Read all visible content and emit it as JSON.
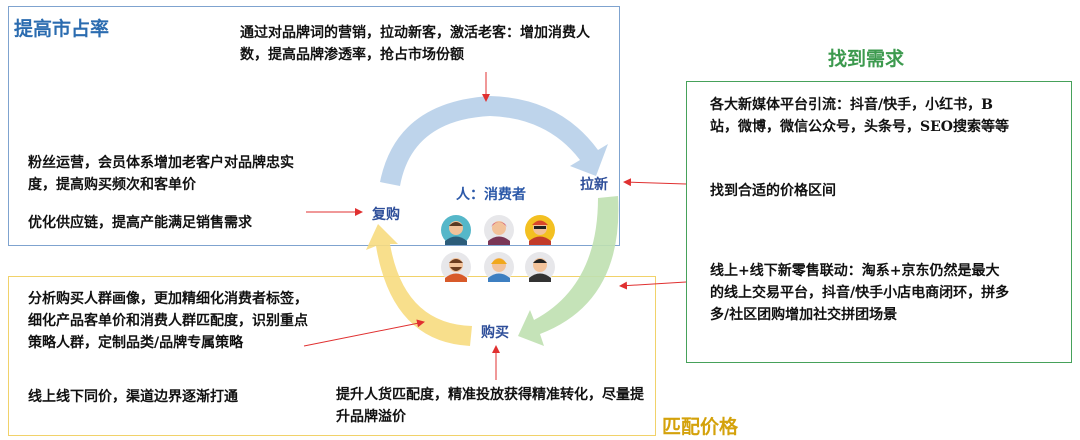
{
  "titles": {
    "market_share": "提高市占率",
    "find_demand": "找到需求",
    "match_price": "匹配价格"
  },
  "colors": {
    "blue_title": "#2b6cb0",
    "green_title": "#3d9a4f",
    "yellow_title": "#d4a20b",
    "arrow_blue": "#b3cde8",
    "arrow_green": "#bfe0b0",
    "arrow_yellow": "#f7dc7f",
    "connector_red": "#e03030"
  },
  "cycle": {
    "center": "人：消费者",
    "stage_new": "拉新",
    "stage_buy": "购买",
    "stage_repurchase": "复购"
  },
  "blue": {
    "marketing": "通过对品牌词的营销，拉动新客，激活老客：增加消费人数，提高品牌渗透率，抢占市场份额",
    "fans": "粉丝运营，会员体系增加老客户对品牌忠实度，提高购买频次和客单价",
    "supply": "优化供应链，提高产能满足销售需求"
  },
  "green": {
    "platforms": "各大新媒体平台引流：抖音/快手，小红书，B站，微博，微信公众号，头条号，SEO搜索等等",
    "price_range": "找到合适的价格区间",
    "retail": "线上+线下新零售联动：淘系+京东仍然是最大的线上交易平台，抖音/快手小店电商闭环，拼多多/社区团购增加社交拼团场景"
  },
  "yellow": {
    "portrait": "分析购买人群画像，更加精细化消费者标签，细化产品客单价和消费人群匹配度，识别重点策略人群，定制品类/品牌专属策略",
    "same_price": "线上线下同价，渠道边界逐渐打通",
    "matching": "提升人货匹配度，精准投放获得精准转化，尽量提升品牌溢价"
  },
  "icons": [
    "consumer-avatar-1-icon",
    "consumer-avatar-2-icon",
    "consumer-avatar-3-icon",
    "consumer-avatar-4-icon",
    "consumer-avatar-5-icon",
    "consumer-avatar-6-icon"
  ]
}
